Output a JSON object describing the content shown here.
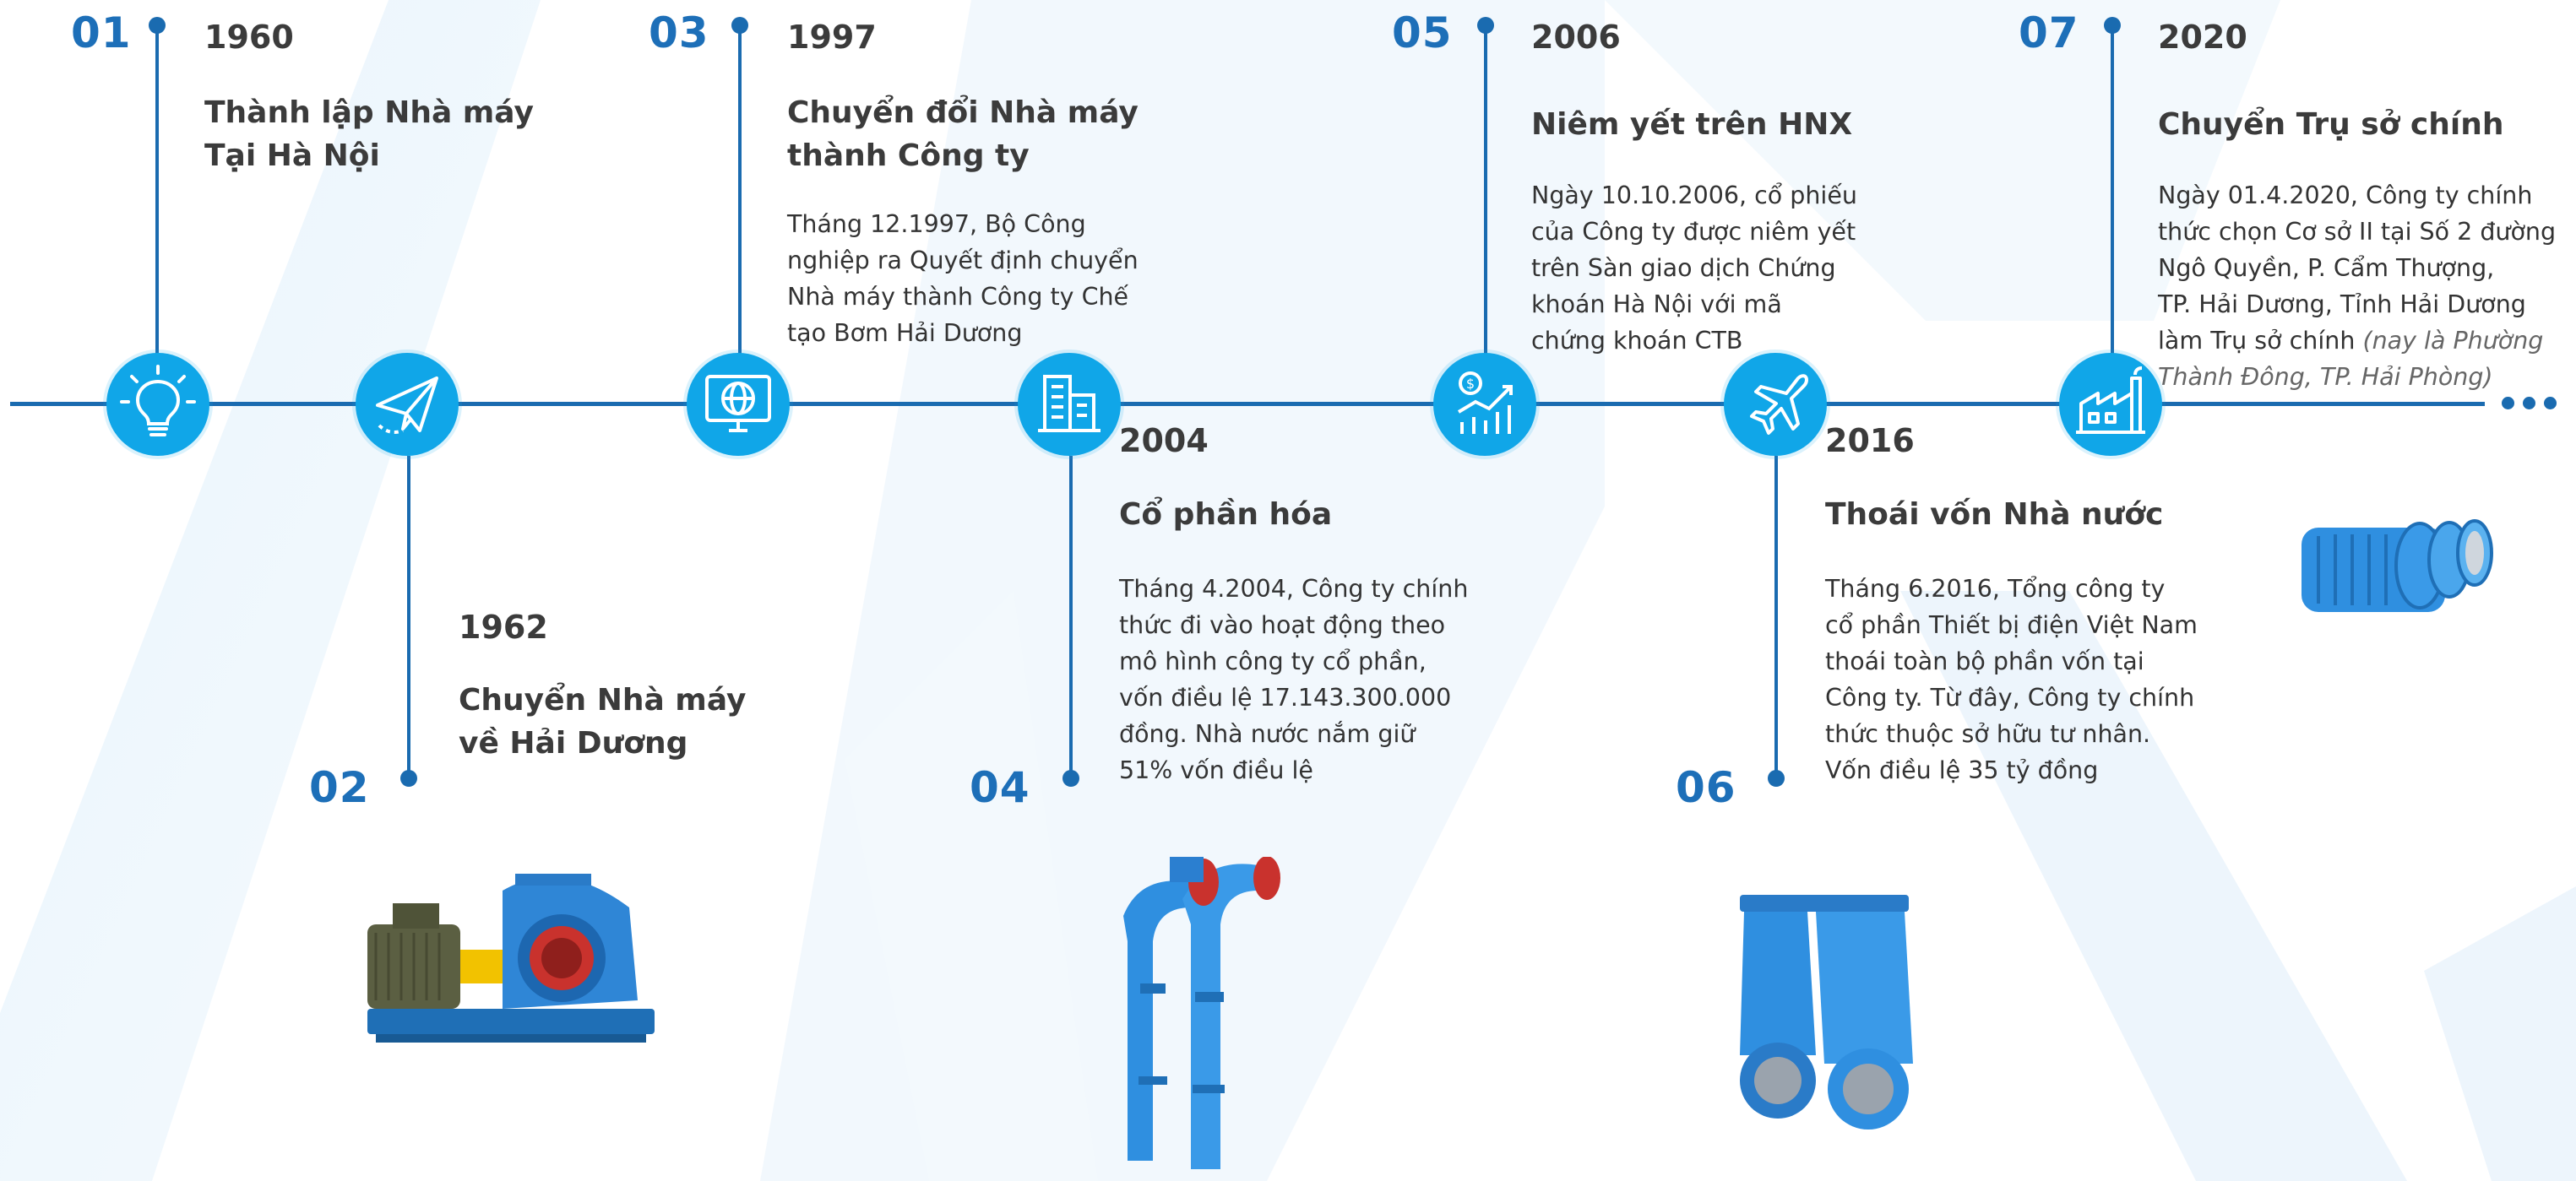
{
  "accent_color": "#1a6bb0",
  "icon_color": "#10a6e8",
  "milestones": [
    {
      "num": "01",
      "year": "1960",
      "title": "Thành lập Nhà máy\nTại Hà Nội",
      "icon": "lightbulb-icon"
    },
    {
      "num": "02",
      "year": "1962",
      "title": "Chuyển Nhà máy\nvề Hải Dương",
      "icon": "paper-plane-icon"
    },
    {
      "num": "03",
      "year": "1997",
      "title": "Chuyển đổi Nhà máy\nthành Công ty",
      "desc": "Tháng 12.1997, Bộ Công\nnghiệp ra Quyết định chuyển\nNhà máy thành Công ty Chế\ntạo Bơm Hải Dương",
      "icon": "globe-monitor-icon"
    },
    {
      "num": "04",
      "year": "2004",
      "title": "Cổ phần hóa",
      "desc": "Tháng 4.2004, Công ty chính\nthức đi vào hoạt động theo\nmô hình công ty cổ phần,\nvốn điều lệ 17.143.300.000\nđồng. Nhà nước nắm giữ\n51% vốn điều lệ",
      "icon": "buildings-icon"
    },
    {
      "num": "05",
      "year": "2006",
      "title": "Niêm yết trên HNX",
      "desc": "Ngày 10.10.2006, cổ phiếu\ncủa Công ty được niêm yết\ntrên Sàn giao dịch Chứng\nkhoán Hà Nội với mã\nchứng khoán CTB",
      "icon": "growth-chart-icon"
    },
    {
      "num": "06",
      "year": "2016",
      "title": "Thoái vốn Nhà nước",
      "desc": "Tháng 6.2016, Tổng công ty\ncổ phần Thiết bị điện Việt Nam\nthoái toàn bộ phần vốn tại\nCông ty. Từ đây, Công ty chính\nthức thuộc sở hữu tư nhân.\nVốn điều lệ 35 tỷ đồng",
      "icon": "airplane-icon"
    },
    {
      "num": "07",
      "year": "2020",
      "title": "Chuyển Trụ sở chính",
      "desc": "Ngày 01.4.2020, Công ty chính\nthức chọn Cơ sở II tại Số 2 đường\nNgô Quyền, P. Cẩm Thượng,\nTP. Hải Dương, Tỉnh Hải Dương\nlàm Trụ sở chính ",
      "desc_note": "(nay là Phường\nThành Đông, TP. Hải Phòng)",
      "icon": "factory-icon"
    }
  ],
  "more_icon": "ellipsis-icon",
  "products": [
    "split-case-pump-image",
    "vertical-pumps-image",
    "gate-valves-image",
    "motor-housing-image"
  ]
}
